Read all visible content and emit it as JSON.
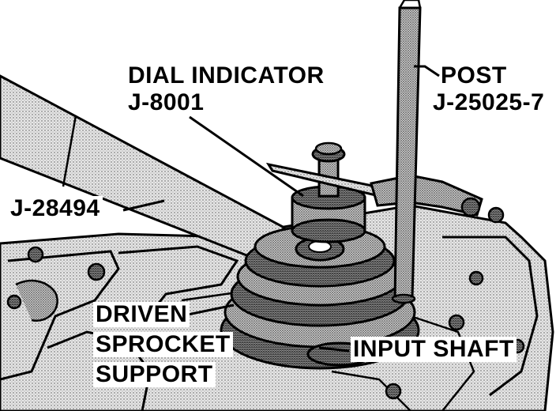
{
  "labels": {
    "dial_indicator": "DIAL INDICATOR",
    "dial_indicator_part": "J-8001",
    "post": "POST",
    "post_part": "J-25025-7",
    "tool": "J-28494",
    "driven_sprocket_support_1": "DRIVEN",
    "driven_sprocket_support_2": "SPROCKET",
    "driven_sprocket_support_3": "SUPPORT",
    "input_shaft": "INPUT SHAFT"
  },
  "colors": {
    "ink": "#000000",
    "paper": "#ffffff",
    "stipple_light": "#cfcfcf",
    "stipple_mid": "#9a9a9a",
    "stipple_dark": "#5a5a5a"
  }
}
